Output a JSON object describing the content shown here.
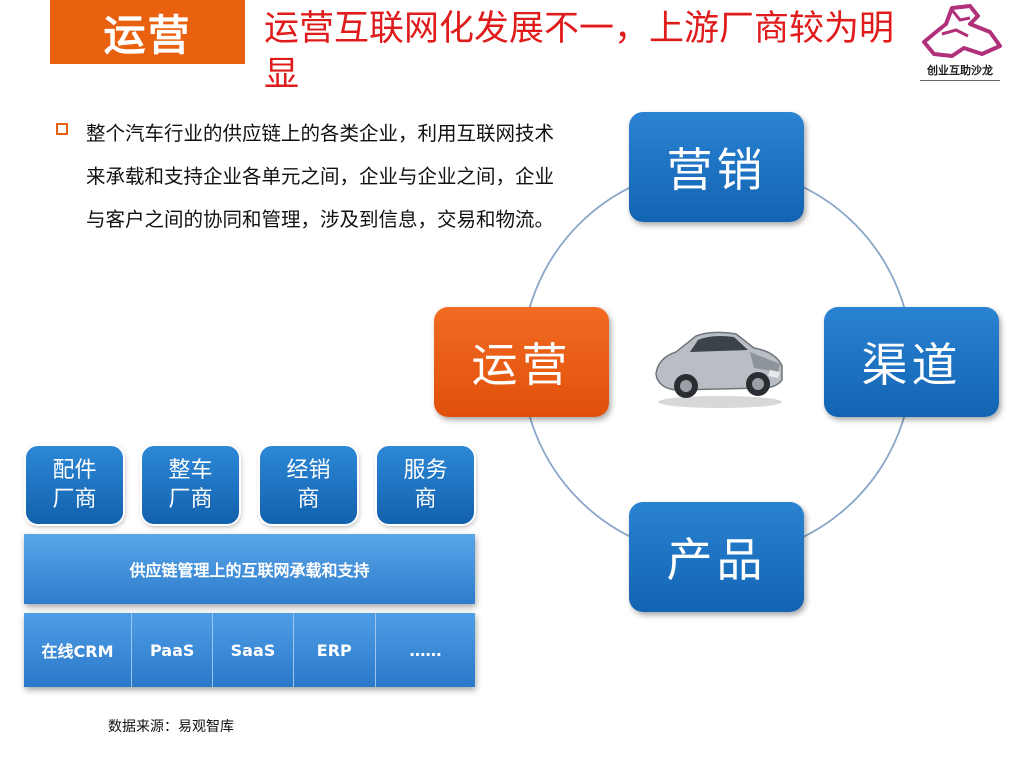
{
  "header": {
    "section_tag": "运营",
    "title": "运营互联网化发展不一，上游厂商较为明显"
  },
  "logo": {
    "text": "创业互助沙龙"
  },
  "bullet": {
    "text": "整个汽车行业的供应链上的各类企业，利用互联网技术来承载和支持企业各单元之间，企业与企业之间，企业与客户之间的协同和管理，涉及到信息，交易和物流。"
  },
  "cycle": {
    "top": "营销",
    "right": "渠道",
    "bottom": "产品",
    "left": "运营",
    "colors": {
      "blue": "#1a6fc0",
      "orange": "#ea5a14"
    }
  },
  "supply_chain": {
    "modules": [
      {
        "label": "配件厂商"
      },
      {
        "label": "整车厂商"
      },
      {
        "label": "经销商"
      },
      {
        "label": "服务商"
      }
    ],
    "bar_label": "供应链管理上的互联网承载和支持",
    "cells": [
      {
        "label": "在线CRM"
      },
      {
        "label": "PaaS"
      },
      {
        "label": "SaaS"
      },
      {
        "label": "ERP"
      },
      {
        "label": "……"
      }
    ]
  },
  "source": "数据来源：易观智库"
}
